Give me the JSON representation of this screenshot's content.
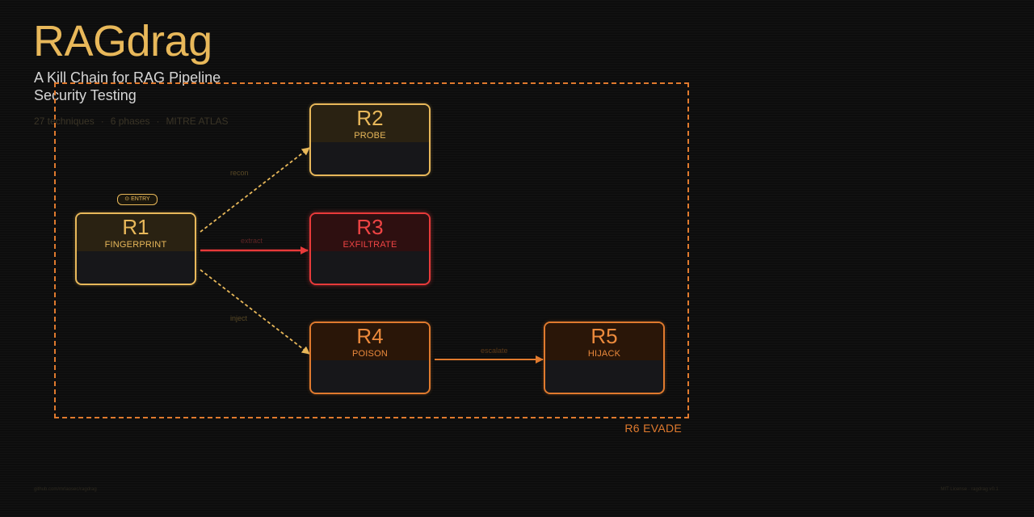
{
  "header": {
    "title": "RAGdrag",
    "subtitle": "A Kill Chain for RAG Pipeline Security Testing",
    "meta": [
      "27 techniques",
      "6 phases",
      "MITRE ATLAS"
    ],
    "meta_separator": "·"
  },
  "diagram": {
    "entry_badge": "⊙ ENTRY",
    "container_label": "R6 EVADE",
    "nodes": [
      {
        "id": "R1",
        "name": "FINGERPRINT",
        "color": "#e8b85a"
      },
      {
        "id": "R2",
        "name": "PROBE",
        "color": "#e8b85a"
      },
      {
        "id": "R3",
        "name": "EXFILTRATE",
        "color": "#ef4444"
      },
      {
        "id": "R4",
        "name": "POISON",
        "color": "#ec8a3c"
      },
      {
        "id": "R5",
        "name": "HIJACK",
        "color": "#ec8a3c"
      }
    ],
    "edges": [
      {
        "from": "R1",
        "to": "R2",
        "label": "recon",
        "color": "#e8b85a"
      },
      {
        "from": "R1",
        "to": "R3",
        "label": "extract",
        "color": "#e83a3a"
      },
      {
        "from": "R1",
        "to": "R4",
        "label": "inject",
        "color": "#e8b85a"
      },
      {
        "from": "R4",
        "to": "R5",
        "label": "escalate",
        "color": "#e07a2e"
      }
    ]
  },
  "footer": {
    "left": "github.com/mrlaosec/ragdrag",
    "right": "MIT License · ragdrag v0.1"
  }
}
